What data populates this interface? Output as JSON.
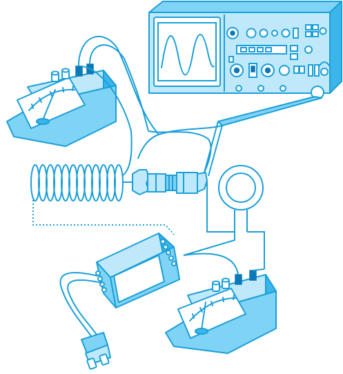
{
  "palette": {
    "outline": "#1a9fd8",
    "light": "#bfe9fb",
    "medium": "#7fd3f5",
    "deep": "#3cb6ea",
    "dark": "#0b79b8",
    "background": "#ffffff"
  },
  "components": [
    "oscilloscope",
    "analog-meter",
    "coil",
    "connector",
    "ring-loop",
    "power-supply-box",
    "power-plug"
  ]
}
